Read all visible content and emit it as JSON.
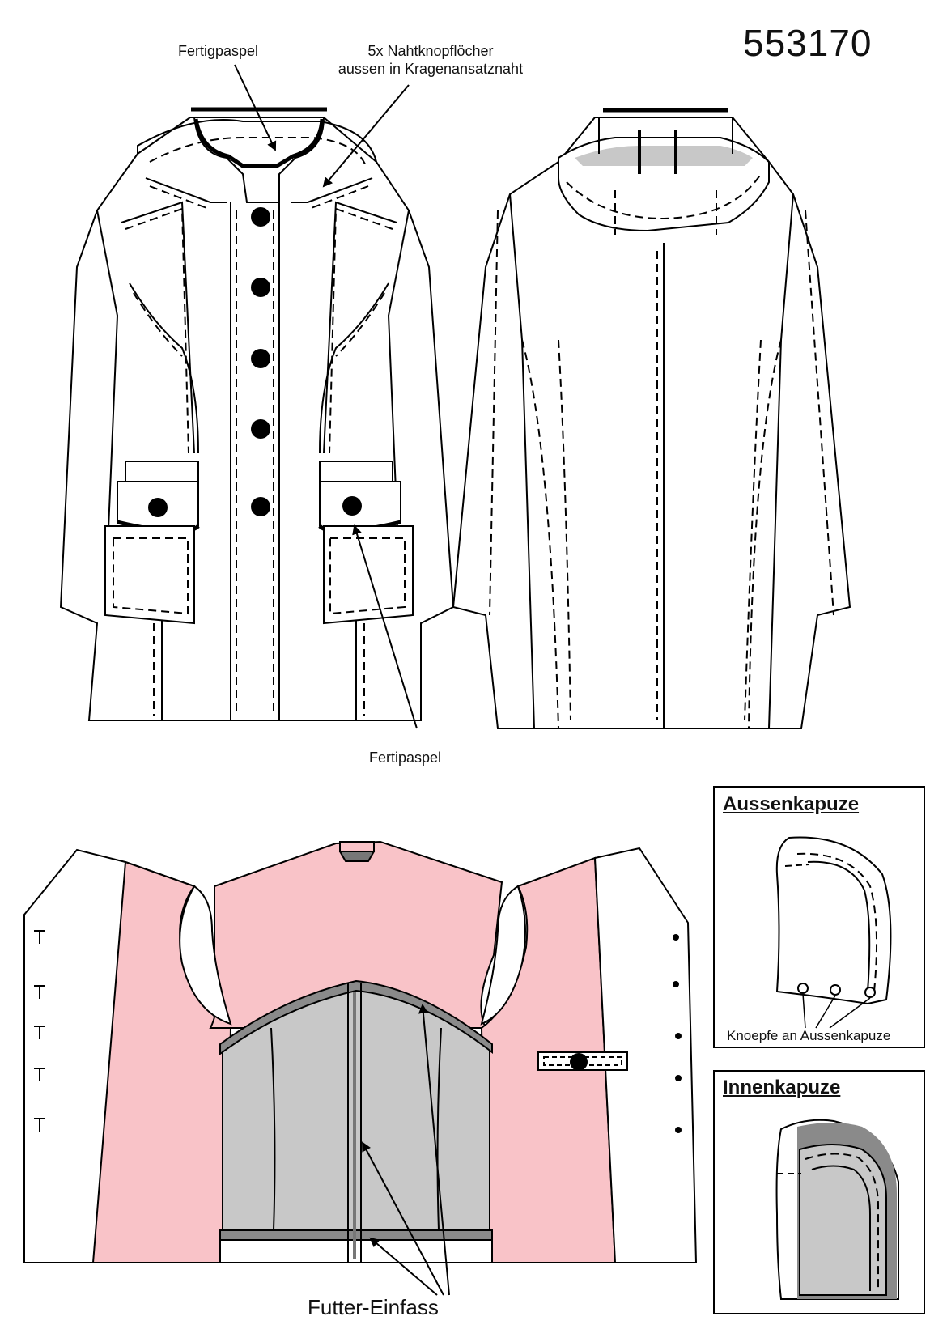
{
  "model_number": "553170",
  "labels": {
    "piping_top": "Fertigpaspel",
    "buttonholes_line1": "5x Nahtknopflöcher",
    "buttonholes_line2": "aussen in Kragenansatznaht",
    "piping_pocket": "Fertipaspel",
    "lining_binding": "Futter-Einfass"
  },
  "detail_boxes": {
    "outer_hood": {
      "title": "Aussenkapuze",
      "caption": "Knoepfe an Aussenkapuze"
    },
    "inner_hood": {
      "title": "Innenkapuze"
    }
  },
  "colors": {
    "lining_pink": "#f9c3c8",
    "lining_gray": "#c8c8c8",
    "hood_dark_gray": "#8a8a8a",
    "line": "#000000"
  },
  "icons": [
    "arrow-icon",
    "button-icon",
    "buttonhole-icon"
  ]
}
